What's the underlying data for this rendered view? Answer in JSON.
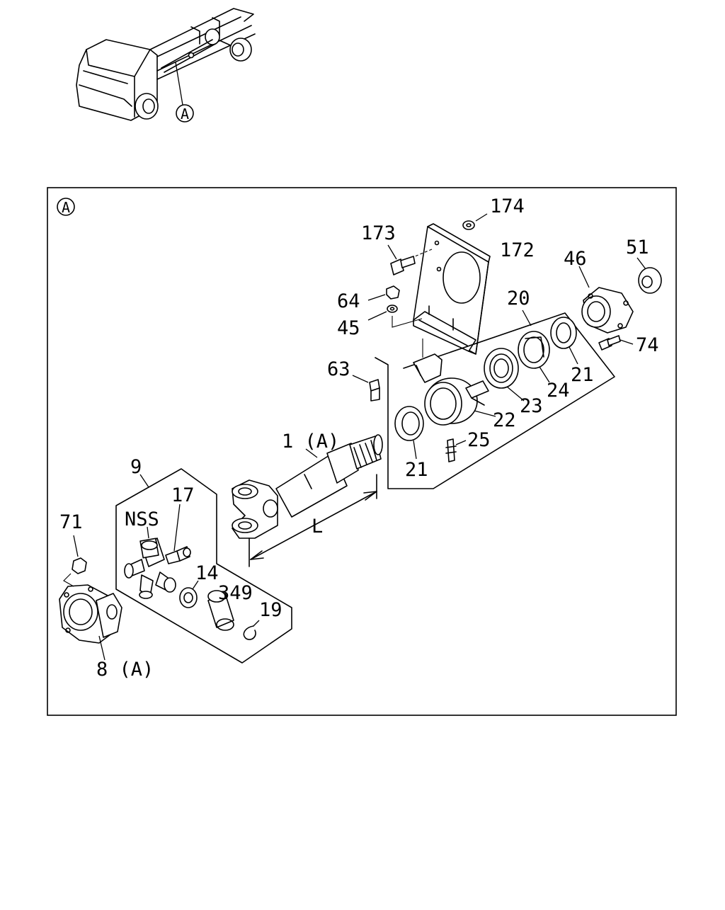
{
  "overview": {
    "callout": "A"
  },
  "detail": {
    "callout": "A"
  },
  "labels": {
    "p1": "1 (A)",
    "p8": "8 (A)",
    "p9": "9",
    "p14": "14",
    "p17": "17",
    "p19": "19",
    "p20": "20",
    "p21a": "21",
    "p21b": "21",
    "p22": "22",
    "p23": "23",
    "p24": "24",
    "p25": "25",
    "p45": "45",
    "p46": "46",
    "p51": "51",
    "p63": "63",
    "p64": "64",
    "p71": "71",
    "p74": "74",
    "p172": "172",
    "p173": "173",
    "p174": "174",
    "p349": "349",
    "nss": "NSS",
    "dim_l": "L"
  }
}
